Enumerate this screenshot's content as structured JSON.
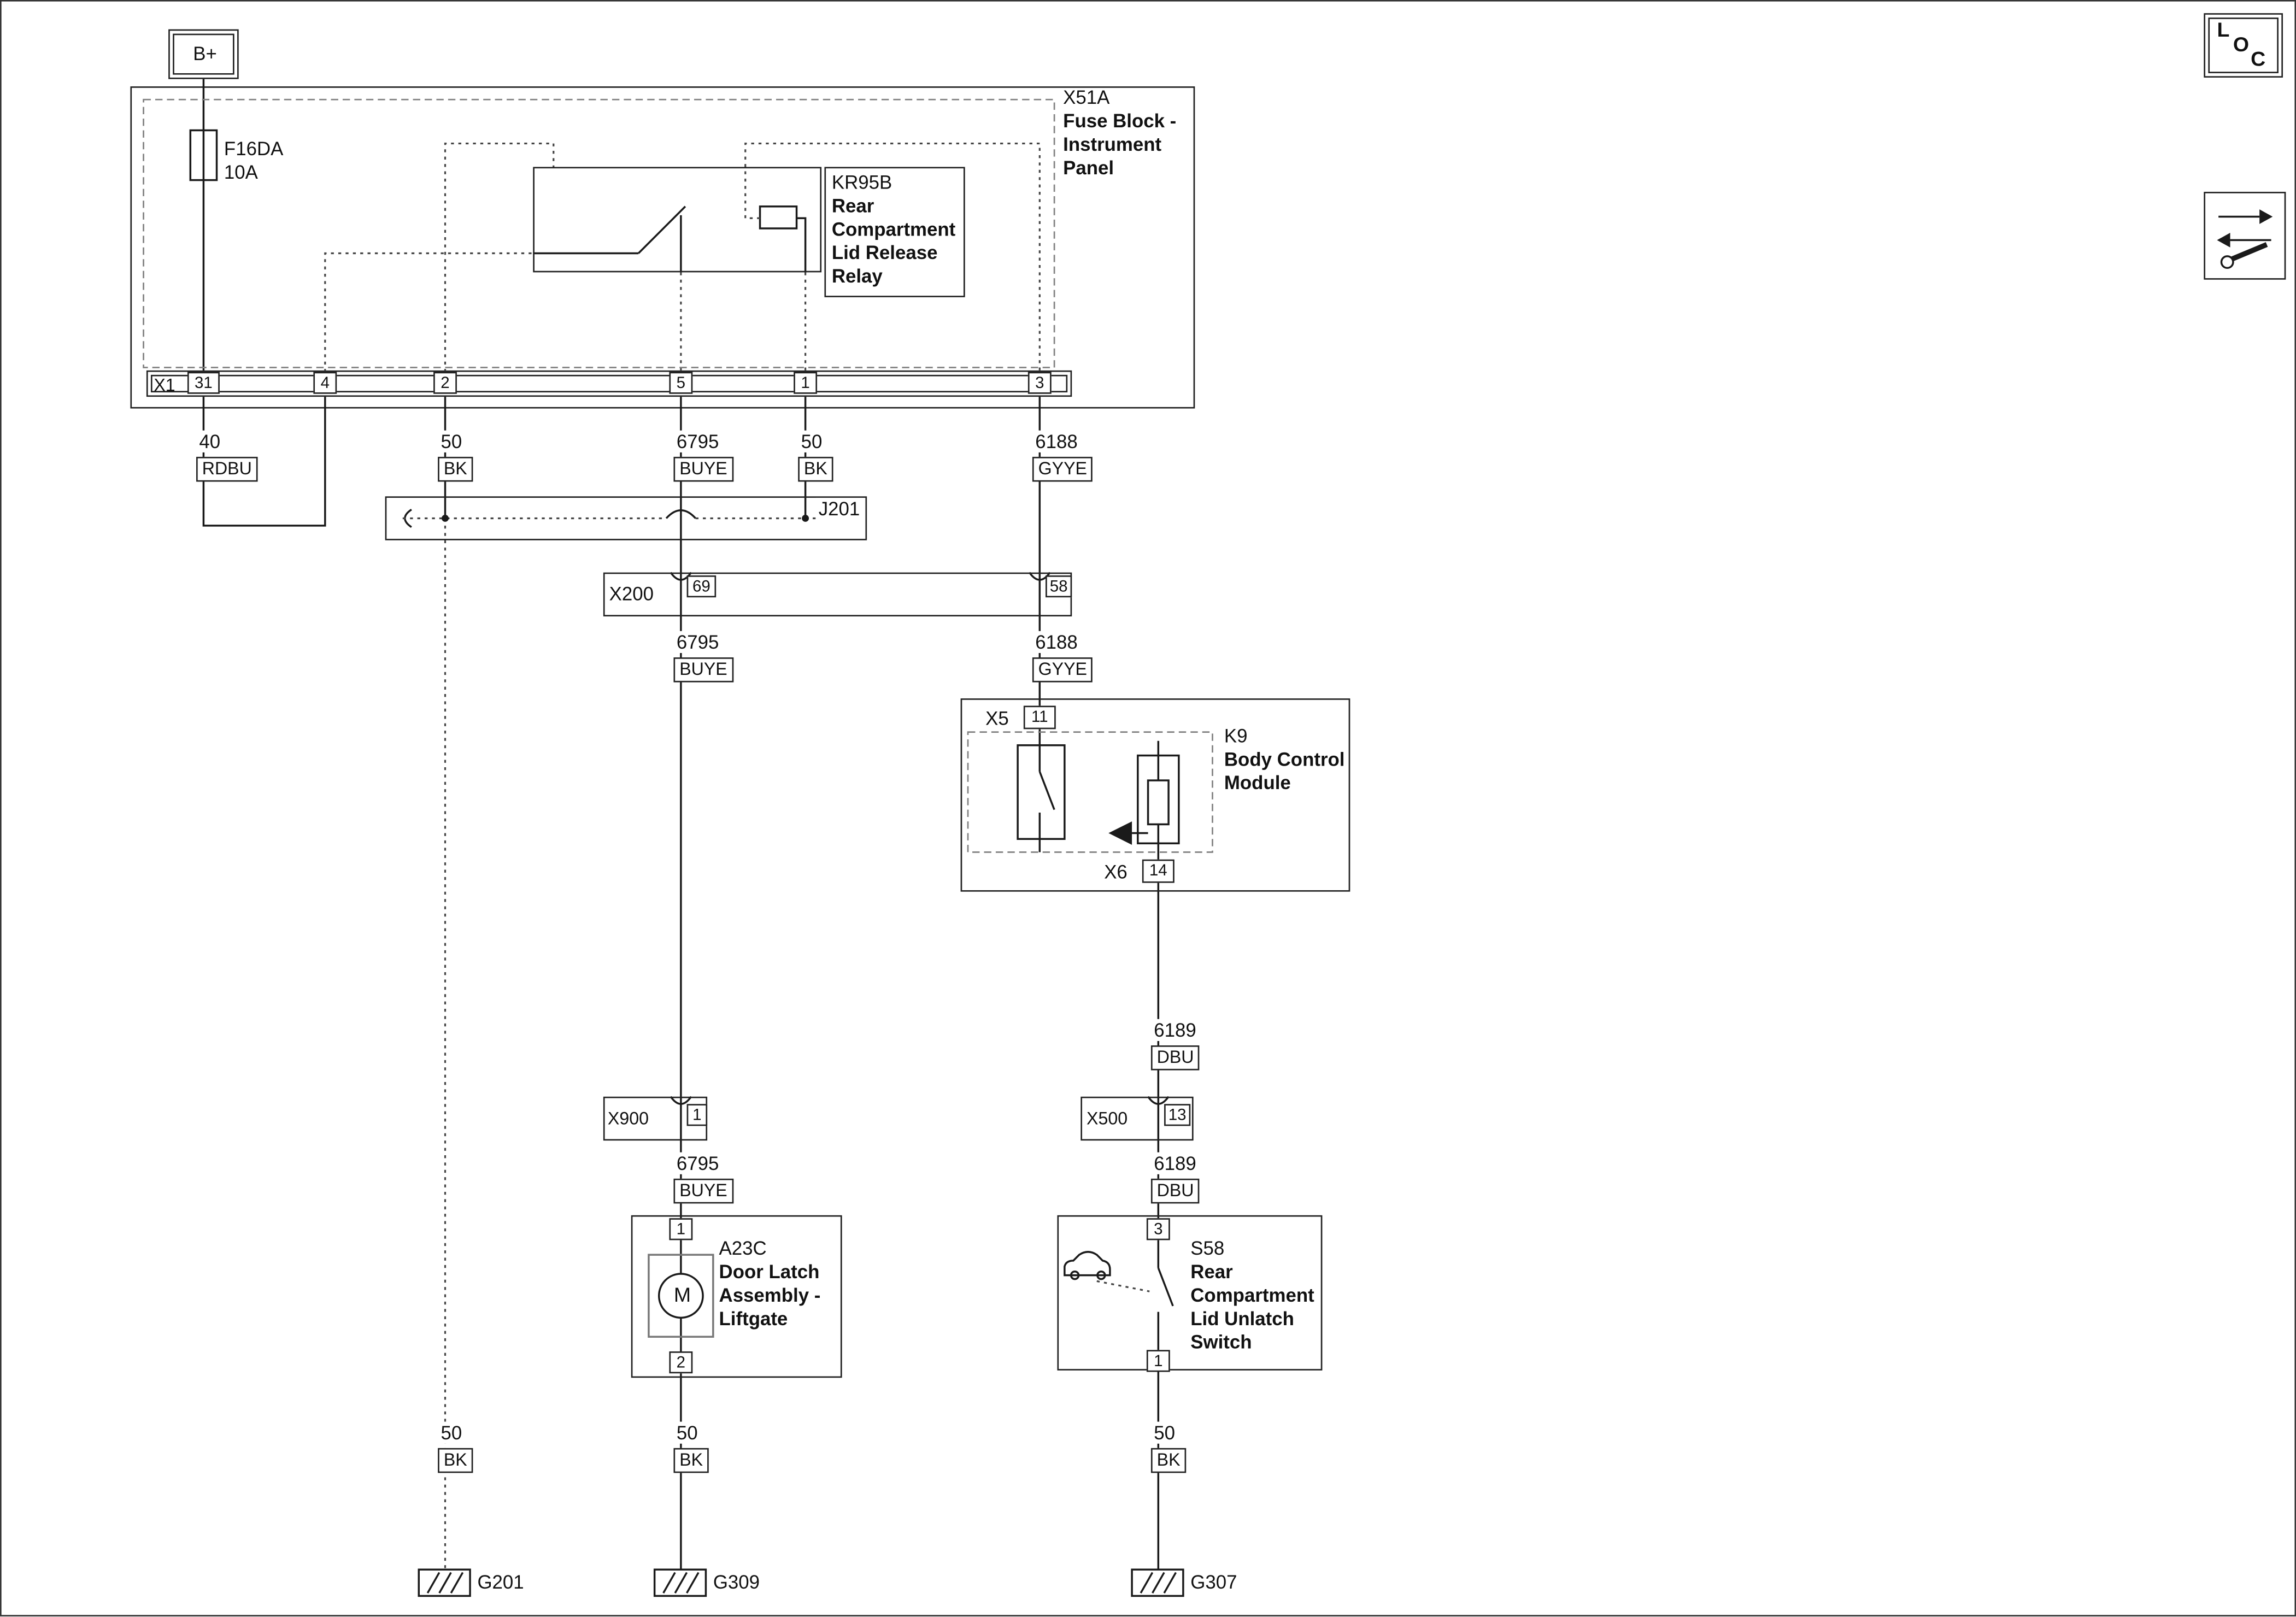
{
  "power": {
    "label": "B+"
  },
  "controls": {
    "loc": {
      "l": "L",
      "o": "O",
      "c": "C"
    }
  },
  "fuse_block": {
    "id": "X51A",
    "name_lines": [
      "Fuse Block -",
      "Instrument",
      "Panel"
    ],
    "fuse": {
      "id": "F16DA",
      "rating": "10A"
    },
    "relay": {
      "id": "KR95B",
      "name_lines": [
        "Rear",
        "Compartment",
        "Lid Release",
        "Relay"
      ]
    },
    "connector": {
      "id": "X1",
      "pins": [
        "31",
        "4",
        "2",
        "5",
        "1",
        "3"
      ]
    }
  },
  "splice": {
    "id": "J201"
  },
  "inline": {
    "x200": {
      "id": "X200",
      "pin_left": "69",
      "pin_right": "58"
    },
    "x900": {
      "id": "X900",
      "pin": "1"
    },
    "x500": {
      "id": "X500",
      "pin": "13"
    }
  },
  "bcm": {
    "id": "K9",
    "name_lines": [
      "Body Control",
      "Module"
    ],
    "top": {
      "id": "X5",
      "pin": "11"
    },
    "bottom": {
      "id": "X6",
      "pin": "14"
    }
  },
  "latch": {
    "id": "A23C",
    "name_lines": [
      "Door Latch",
      "Assembly -",
      "Liftgate"
    ],
    "pin_top": "1",
    "pin_bottom": "2",
    "motor_label": "M"
  },
  "unlatch_switch": {
    "id": "S58",
    "name_lines": [
      "Rear",
      "Compartment",
      "Lid Unlatch",
      "Switch"
    ],
    "pin_top": "3",
    "pin_bottom": "1"
  },
  "wires": {
    "w40": {
      "circuit": "40",
      "color": "RDBU"
    },
    "w50": {
      "circuit": "50",
      "color": "BK"
    },
    "w6795": {
      "circuit": "6795",
      "color": "BUYE"
    },
    "w6188": {
      "circuit": "6188",
      "color": "GYYE"
    },
    "w6189": {
      "circuit": "6189",
      "color": "DBU"
    }
  },
  "grounds": {
    "g201": "G201",
    "g309": "G309",
    "g307": "G307"
  }
}
